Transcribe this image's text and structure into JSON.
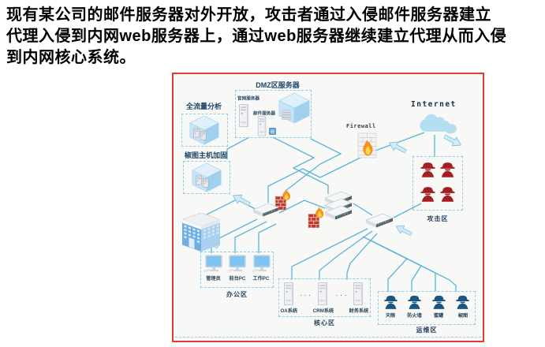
{
  "intro": {
    "lines": [
      "现有某公司的邮件服务器对外开放，攻击者通过入侵邮件服务器建立",
      "代理入侵到内网web服务器上，通过web服务器继续建立代理从而入侵",
      "到内网核心系统。"
    ]
  },
  "diagram": {
    "internet_label": "Internet",
    "firewall_label": "Firewall",
    "dmz": {
      "title": "DMZ区服务器",
      "web_server_label": "官网服务器",
      "mail_server_label": "邮件服务器"
    },
    "traffic_analysis_label": "全流量分析",
    "host_hardening_label": "椒图主机加固",
    "attack_zone_label": "攻击区",
    "office_zone_label": "办公区",
    "core_zone_label": "核心区",
    "ops_zone_label": "运维区",
    "office_pcs": [
      "管理员",
      "前台PC",
      "工作PC"
    ],
    "core_systems": [
      "OA系统",
      "CRM系统",
      "财务系统"
    ],
    "core_separator": "· · ·",
    "ops_tools": [
      "天眼",
      "防火墙",
      "蜜罐",
      "椒图"
    ],
    "colors": {
      "border": "#e23b3b",
      "connection": "#57b3d8",
      "zone_border": "#8ecde4",
      "attacker_icon": "#a31d23",
      "ops_icon": "#1b5680",
      "flame": "#f5921e"
    }
  }
}
